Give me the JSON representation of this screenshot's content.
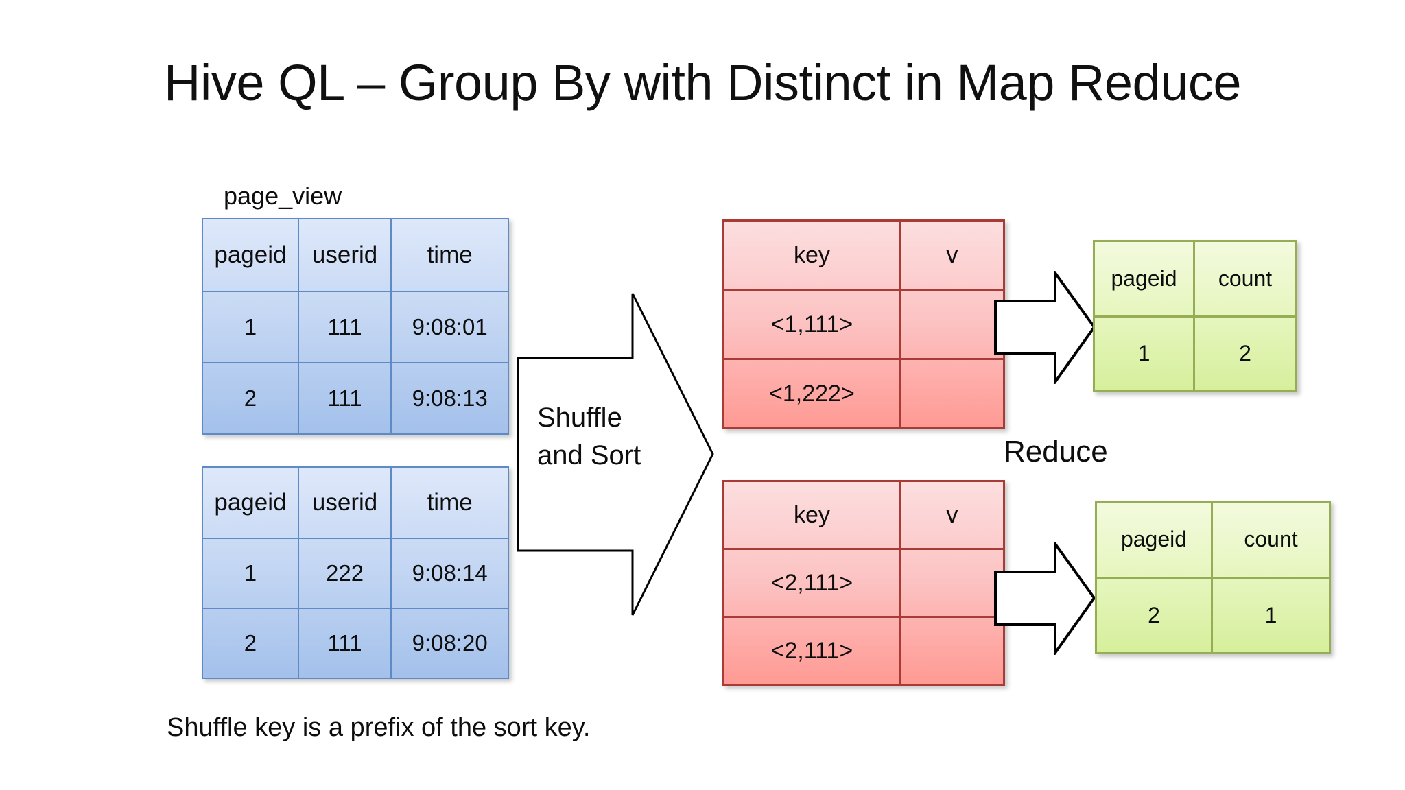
{
  "slide": {
    "title": "Hive QL – Group By with Distinct in Map Reduce",
    "caption": "Shuffle key is a prefix of the sort key.",
    "page_view_label": "page_view",
    "reduce_label": "Reduce",
    "shuffle_label": "Shuffle and Sort"
  },
  "colors": {
    "blue_fill_top": "#DEE8FA",
    "blue_fill_bottom": "#A4C1EB",
    "blue_border": "#5E8AC6",
    "red_fill_top": "#FCDEDF",
    "red_fill_bottom": "#FF9A94",
    "red_border": "#A93B36",
    "green_fill_top": "#F3FADE",
    "green_fill_bottom": "#D6EF9C",
    "green_border": "#96AD55",
    "arrow_outline": "#000000",
    "arrow_fill": "#FFFFFF",
    "text": "#0D0D0D"
  },
  "map_inputs": [
    {
      "name": "page_view_split_1",
      "headers": [
        "pageid",
        "userid",
        "time"
      ],
      "rows": [
        [
          "1",
          "111",
          "9:08:01"
        ],
        [
          "2",
          "111",
          "9:08:13"
        ]
      ]
    },
    {
      "name": "page_view_split_2",
      "headers": [
        "pageid",
        "userid",
        "time"
      ],
      "rows": [
        [
          "1",
          "222",
          "9:08:14"
        ],
        [
          "2",
          "111",
          "9:08:20"
        ]
      ]
    }
  ],
  "shuffle_outputs": [
    {
      "name": "reducer_1_input",
      "headers": [
        "key",
        "v"
      ],
      "rows": [
        [
          "<1,111>",
          ""
        ],
        [
          "<1,222>",
          ""
        ]
      ]
    },
    {
      "name": "reducer_2_input",
      "headers": [
        "key",
        "v"
      ],
      "rows": [
        [
          "<2,111>",
          ""
        ],
        [
          "<2,111>",
          ""
        ]
      ]
    }
  ],
  "reduce_outputs": [
    {
      "name": "reducer_1_output",
      "headers": [
        "pageid",
        "count"
      ],
      "rows": [
        [
          "1",
          "2"
        ]
      ]
    },
    {
      "name": "reducer_2_output",
      "headers": [
        "pageid",
        "count"
      ],
      "rows": [
        [
          "2",
          "1"
        ]
      ]
    }
  ]
}
